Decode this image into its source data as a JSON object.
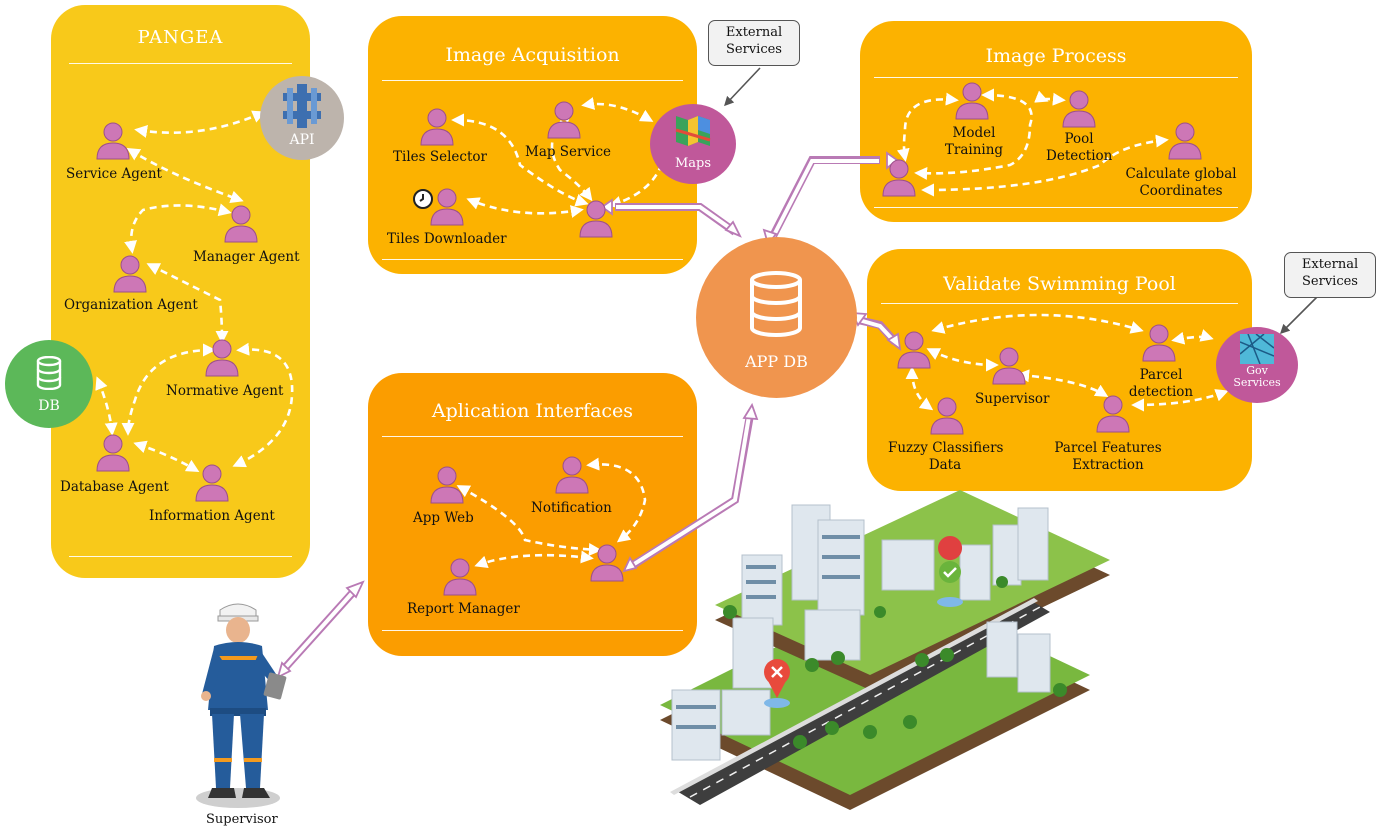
{
  "colors": {
    "pangea": "#f8c91a",
    "image_acquisition": "#fcb200",
    "image_process": "#fcb200",
    "validate": "#fcb200",
    "app_interfaces": "#fb9d00",
    "app_db": "#f0954e",
    "agent": "#cd77b6",
    "api": "#bdb4ac",
    "maps": "#c0589a",
    "gov": "#c0589a",
    "db": "#5cb859",
    "link": "#b97ab5"
  },
  "pangea": {
    "title": "PANGEA",
    "agents": {
      "service": "Service Agent",
      "manager": "Manager Agent",
      "organization": "Organization Agent",
      "normative": "Normative Agent",
      "database": "Database Agent",
      "information": "Information Agent"
    },
    "api_label": "API",
    "db_label": "DB"
  },
  "image_acquisition": {
    "title": "Image Acquisition",
    "tiles_selector": "Tiles Selector",
    "map_service": "Map Service",
    "tiles_downloader": "Tiles Downloader",
    "maps_label": "Maps"
  },
  "external_services": {
    "line1": "External",
    "line2": "Services"
  },
  "image_process": {
    "title": "Image Process",
    "model_training": [
      "Model",
      "Training"
    ],
    "pool_detection": [
      "Pool",
      "Detection"
    ],
    "calc_coords": [
      "Calculate global",
      "Coordinates"
    ]
  },
  "app_db": {
    "label": "APP DB"
  },
  "validate": {
    "title": "Validate Swimming Pool",
    "supervisor": "Supervisor",
    "parcel_detection": [
      "Parcel",
      "detection"
    ],
    "fuzzy": [
      "Fuzzy Classifiers",
      "Data"
    ],
    "parcel_features": [
      "Parcel Features",
      "Extraction"
    ],
    "gov_label": [
      "Gov",
      "Services"
    ]
  },
  "app_interfaces": {
    "title": "Aplication Interfaces",
    "app_web": "App Web",
    "notification": "Notification",
    "report_manager": "Report Manager"
  },
  "supervisor_label": "Supervisor"
}
